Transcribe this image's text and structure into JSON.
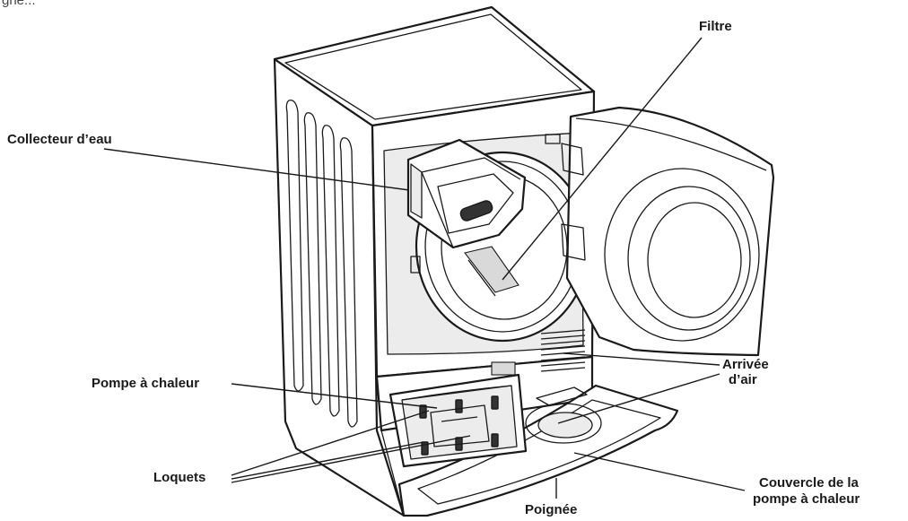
{
  "header_text": "ghe...",
  "callouts": {
    "filtre": "Filtre",
    "collecteur": "Collecteur d’eau",
    "pompe": "Pompe à chaleur",
    "arrivee_line1": "Arrivée",
    "arrivee_line2": "d’air",
    "loquets": "Loquets",
    "poignee": "Poignée",
    "couvercle_line1": "Couvercle de la",
    "couvercle_line2": "pompe à chaleur"
  }
}
